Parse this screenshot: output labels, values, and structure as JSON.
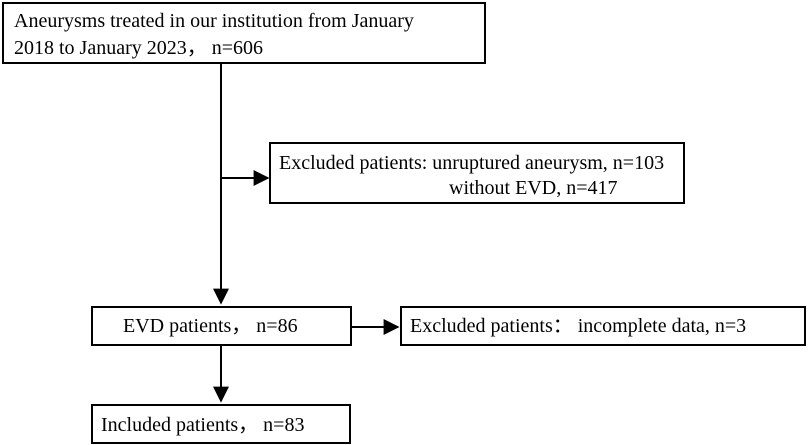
{
  "flowchart": {
    "top_box": {
      "line1": "Aneurysms treated in our institution from January",
      "line2": "2018 to January 2023， n=606"
    },
    "excluded_box_1": {
      "line1": "Excluded patients: unruptured aneurysm, n=103",
      "line2": "without EVD, n=417"
    },
    "evd_box": {
      "label": "EVD patients， n=86"
    },
    "excluded_box_2": {
      "label": "Excluded patients： incomplete data, n=3"
    },
    "included_box": {
      "label": "Included patients， n=83"
    }
  },
  "colors": {
    "line": "#000000",
    "box_border": "#000000",
    "background": "#ffffff"
  }
}
